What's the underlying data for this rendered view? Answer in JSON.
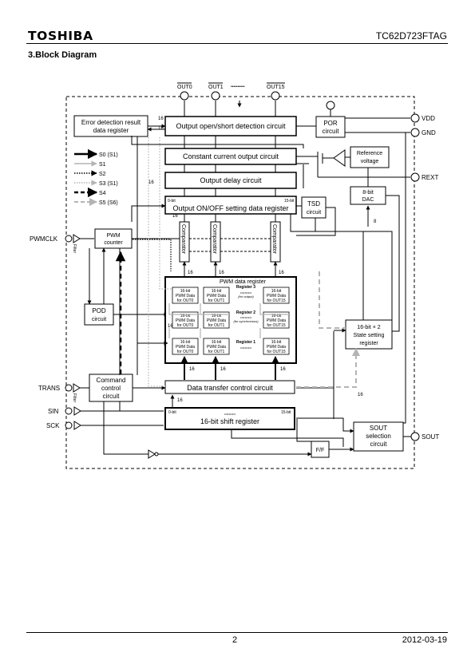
{
  "header": {
    "logo": "TOSHIBA",
    "part_number": "TC62D723FTAG",
    "section_title": "3.Block Diagram"
  },
  "footer": {
    "page": "2",
    "date": "2012-03-19"
  },
  "pins": {
    "out0": "OUT0",
    "out1": "OUT1",
    "out15": "OUT15",
    "vdd": "VDD",
    "gnd": "GND",
    "rext": "REXT",
    "sout": "SOUT",
    "pwmclk": "PWMCLK",
    "trans": "TRANS",
    "sin": "SIN",
    "sck": "SCK"
  },
  "blocks": {
    "error_det_1": "Error detection result",
    "error_det_2": "data register",
    "open_short": "Output open/short detection circuit",
    "por_1": "POR",
    "por_2": "circuit",
    "const_current": "Constant current output circuit",
    "ref_1": "Reference",
    "ref_2": "voltage",
    "output_delay": "Output delay circuit",
    "dac_1": "8-bit",
    "dac_2": "DAC",
    "onoff_reg": "Output ON/OFF setting data register",
    "tsd_1": "TSD",
    "tsd_2": "circuit",
    "pwm_counter_1": "PWM",
    "pwm_counter_2": "counter",
    "comparator": "Comparator",
    "pod_1": "POD",
    "pod_2": "circuit",
    "pwm_data_reg": "PWM data register",
    "reg3": "Register 3",
    "reg3_note": "(for output)",
    "reg2": "Register 2",
    "reg2_note": "(for synchronous)",
    "reg1": "Register 1",
    "cell_l1": "16-bit",
    "cell_l2": "PWM Data",
    "cell_out0": "for OUT0",
    "cell_out1": "for OUT1",
    "cell_out15": "for OUT15",
    "state_1": "16-bit × 2",
    "state_2": "State setting",
    "state_3": "register",
    "command_1": "Command",
    "command_2": "control",
    "command_3": "circuit",
    "data_transfer": "Data transfer control circuit",
    "shift_reg": "16-bit shift register",
    "ff": "F/F",
    "sout_sel_1": "SOUT",
    "sout_sel_2": "selection",
    "sout_sel_3": "circuit",
    "bit0": "0-bit",
    "bit15": "15-bit",
    "filter": "Filter",
    "bus16": "16",
    "bus8": "8",
    "dots": "••••••••••"
  },
  "legend": [
    {
      "label": "S0 (S1)",
      "style": "thick-solid"
    },
    {
      "label": "S1",
      "style": "thin-solid"
    },
    {
      "label": "S2",
      "style": "dotted"
    },
    {
      "label": "S3 (S1)",
      "style": "dotted-gray"
    },
    {
      "label": "S4",
      "style": "thick-dashed"
    },
    {
      "label": "S5 (S6)",
      "style": "dashed-gray"
    }
  ],
  "colors": {
    "gray_line": "#b4b4b4",
    "line": "#000000"
  }
}
